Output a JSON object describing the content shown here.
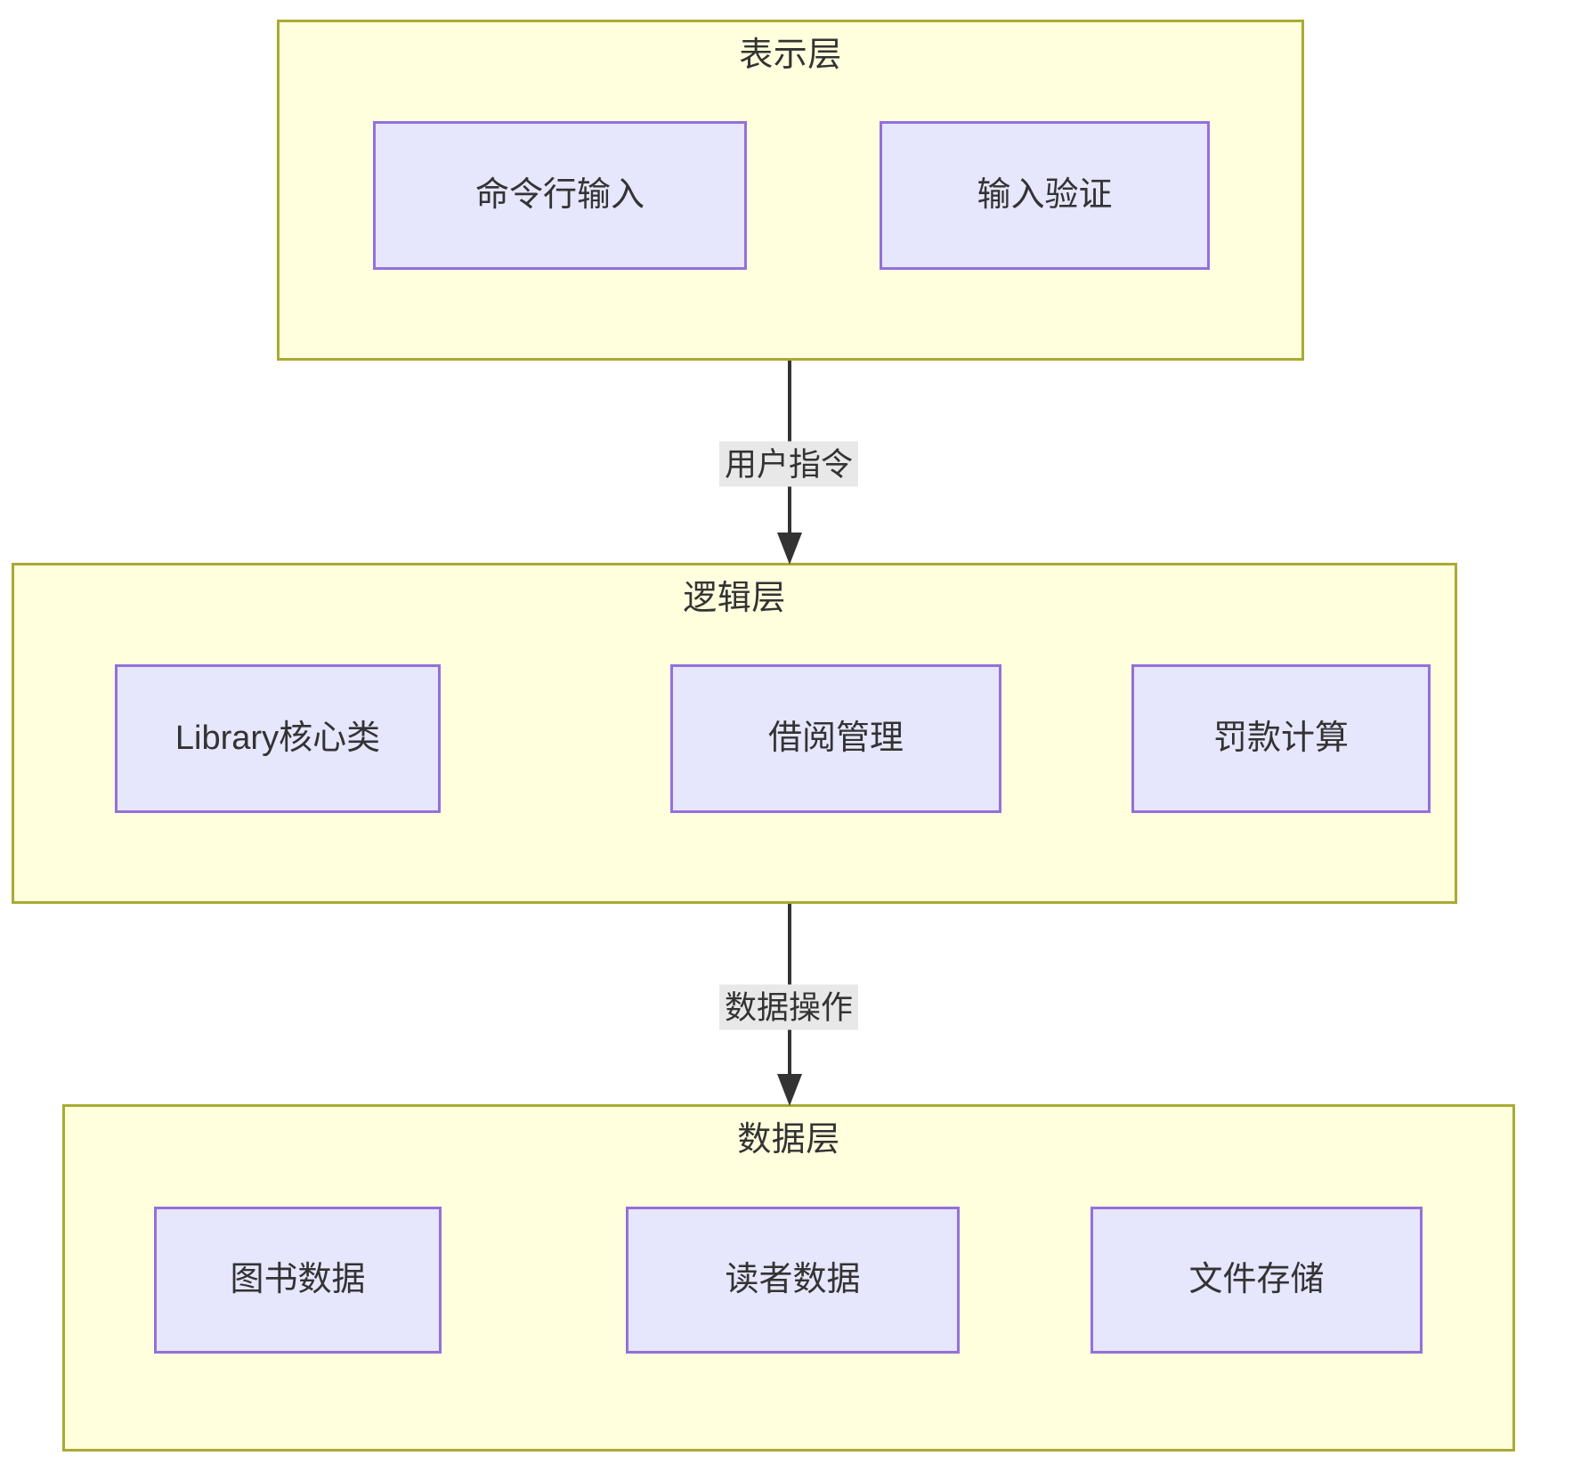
{
  "diagram": {
    "type": "layered-architecture-flowchart",
    "direction": "top-to-bottom",
    "colors": {
      "layer_fill": "#ffffde",
      "layer_border": "#aaaa33",
      "node_fill": "#e6e6fd",
      "node_border": "#9370db",
      "edge_stroke": "#333333",
      "edge_label_bg": "#e8e8e8",
      "text": "#333333",
      "page_bg": "#ffffff"
    }
  },
  "layers": [
    {
      "id": "presentation",
      "title": "表示层",
      "nodes": [
        {
          "id": "cli-input",
          "label": "命令行输入"
        },
        {
          "id": "input-validation",
          "label": "输入验证"
        }
      ]
    },
    {
      "id": "logic",
      "title": "逻辑层",
      "nodes": [
        {
          "id": "library-core",
          "label": "Library核心类"
        },
        {
          "id": "borrow-management",
          "label": "借阅管理"
        },
        {
          "id": "fine-calculation",
          "label": "罚款计算"
        }
      ]
    },
    {
      "id": "data",
      "title": "数据层",
      "nodes": [
        {
          "id": "book-data",
          "label": "图书数据"
        },
        {
          "id": "reader-data",
          "label": "读者数据"
        },
        {
          "id": "file-storage",
          "label": "文件存储"
        }
      ]
    }
  ],
  "edges": [
    {
      "id": "presentation-to-logic",
      "label": "用户指令",
      "from": "presentation",
      "to": "logic"
    },
    {
      "id": "logic-to-data",
      "label": "数据操作",
      "from": "logic",
      "to": "data"
    }
  ]
}
